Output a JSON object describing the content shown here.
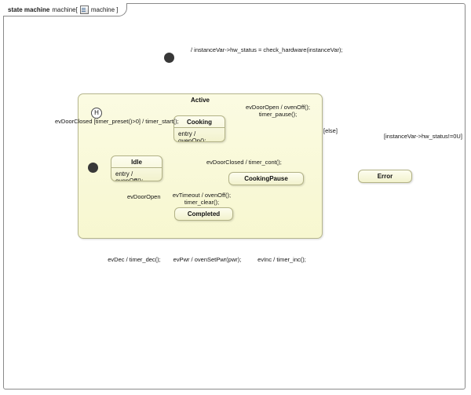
{
  "frame": {
    "keyword": "state machine",
    "name": "machine[",
    "icon": "diagram-icon",
    "name2": "machine ]"
  },
  "diagram": {
    "title": "state machine machine[ machine ]",
    "type": "uml-state-machine",
    "colors": {
      "region_fill": "#f9f9d7",
      "region_border": "#b6b68d",
      "state_fill": "#f7f7de",
      "state_border": "#b3b387",
      "line": "#6b6b6b",
      "text": "#141414",
      "initial_node": "#383838"
    }
  },
  "regions": [
    {
      "id": "active",
      "name": "Active"
    }
  ],
  "states": [
    {
      "id": "cooking",
      "name": "Cooking",
      "body": "entry / ovenOn();"
    },
    {
      "id": "idle",
      "name": "Idle",
      "body": "entry / ovenOff();"
    },
    {
      "id": "cookingpause",
      "name": "CookingPause",
      "body": ""
    },
    {
      "id": "completed",
      "name": "Completed",
      "body": ""
    },
    {
      "id": "error",
      "name": "Error",
      "body": ""
    }
  ],
  "pseudostates": [
    {
      "id": "init-top",
      "kind": "initial"
    },
    {
      "id": "init-active",
      "kind": "initial"
    },
    {
      "id": "history",
      "kind": "shallow-history",
      "label": "H"
    },
    {
      "id": "choice",
      "kind": "choice"
    }
  ],
  "transitions": [
    {
      "id": "t-init",
      "label": "/ instanceVar->hw_status = check_hardware(instanceVar);"
    },
    {
      "id": "t-else",
      "label": "[else]"
    },
    {
      "id": "t-error",
      "label": "[instanceVar->hw_status!=0U]"
    },
    {
      "id": "t-doorclosed-start",
      "label": "evDoorClosed [timer_preset()>0] / timer_start();"
    },
    {
      "id": "t-dooropen-pause",
      "label": "evDoorOpen / ovenOff();\ntimer_pause();"
    },
    {
      "id": "t-doorclosed-cont",
      "label": "evDoorClosed / timer_cont();"
    },
    {
      "id": "t-dooropen-idle",
      "label": "evDoorOpen"
    },
    {
      "id": "t-timeout",
      "label": "evTimeout / ovenOff();\ntimer_clear();"
    },
    {
      "id": "t-dec",
      "label": "evDec / timer_dec();"
    },
    {
      "id": "t-pwr",
      "label": "evPwr /  ovenSetPwr(pwr);"
    },
    {
      "id": "t-inc",
      "label": "evInc / timer_inc();"
    }
  ]
}
